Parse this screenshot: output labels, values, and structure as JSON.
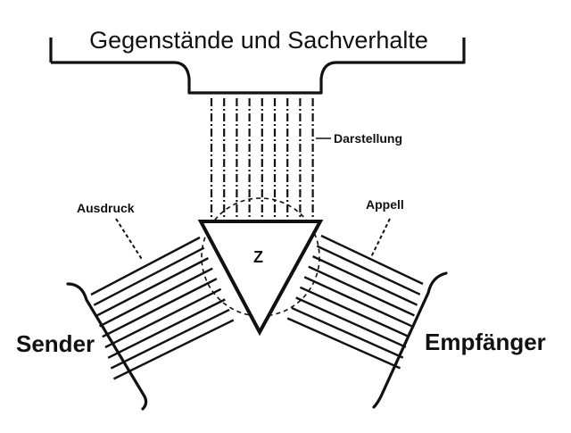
{
  "labels": {
    "objects": "Gegenstände und Sachverhalte",
    "representation": "Darstellung",
    "expression": "Ausdruck",
    "appeal": "Appell",
    "sender": "Sender",
    "receiver": "Empfänger",
    "sign": "Z"
  },
  "colors": {
    "ink": "#111111",
    "background": "#ffffff"
  },
  "line_counts": {
    "representation": 9,
    "expression": 9,
    "appeal": 9
  }
}
